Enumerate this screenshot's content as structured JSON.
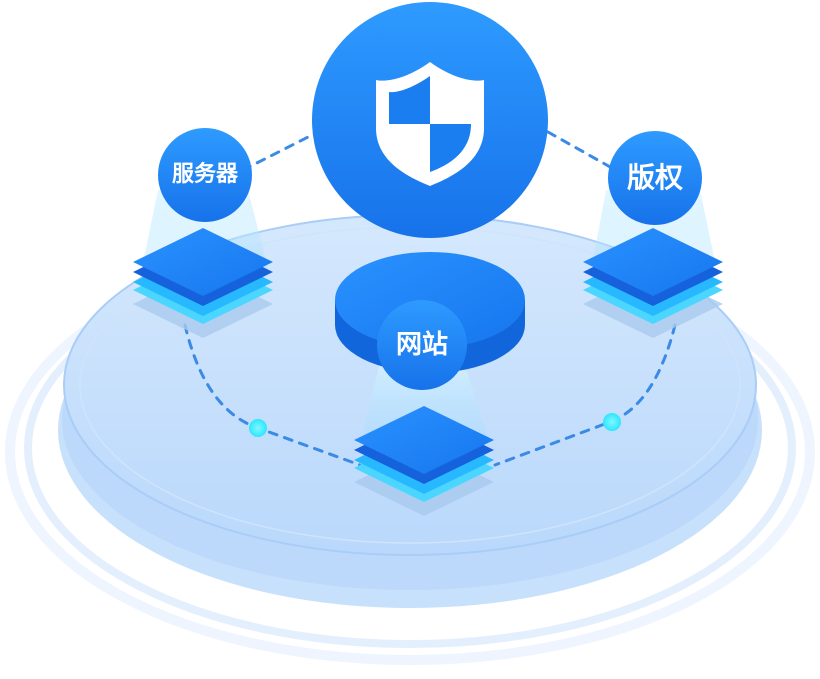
{
  "nodes": {
    "server": {
      "label": "服务器"
    },
    "copyright": {
      "label": "版权"
    },
    "website": {
      "label": "网站"
    }
  },
  "icons": {
    "center": "shield-icon",
    "stacks": "server-stack-icon"
  },
  "colors": {
    "primary_blue": "#1a86f0",
    "dark_blue": "#1060d8",
    "cyan": "#2ee6ff",
    "platform": "#bfdcfb",
    "ring": "#dceafd"
  }
}
